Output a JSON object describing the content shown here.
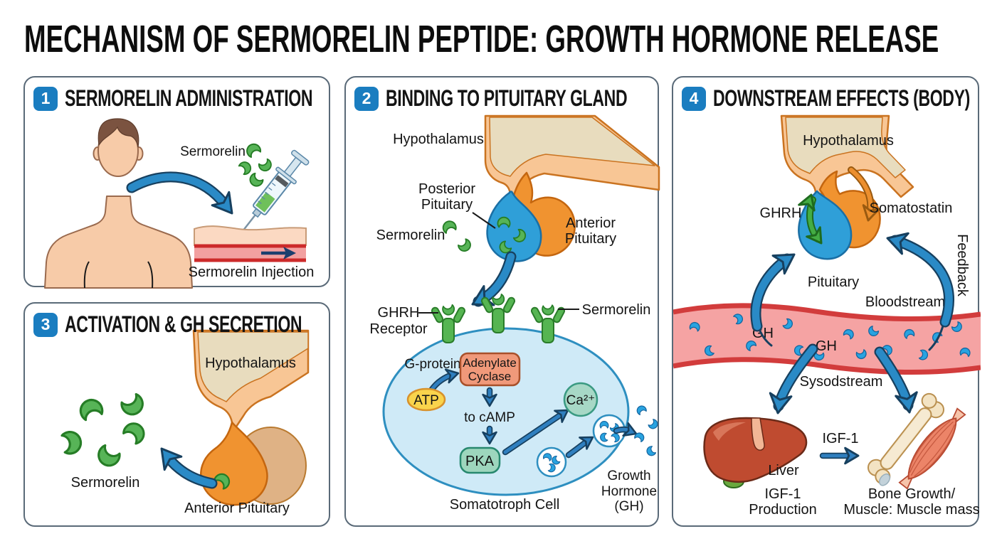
{
  "title": "MECHANISM OF SERMORELIN PEPTIDE: GROWTH HORMONE RELEASE",
  "palette": {
    "badge_blue": "#1a7dc0",
    "panel_border": "#5a6a78",
    "arrow_blue": "#2a8ac6",
    "arrow_outline": "#17405f",
    "sermorelin_green": "#57b457",
    "gh_blue": "#29a3e0",
    "hypothalamus_tan": "#e8dcbe",
    "brain_peach": "#f8c695",
    "anterior_orange": "#f09330",
    "posterior_blue": "#2f9fd8",
    "vessel_red": "#d23c3c",
    "vessel_pink": "#f5a3a3",
    "skin": "#f7cba8",
    "liver_brown": "#bf4b30",
    "bone_cream": "#f3e3c3",
    "muscle_salmon": "#ec8468"
  },
  "panels": {
    "p1": {
      "number": "1",
      "title": "SERMORELIN ADMINISTRATION",
      "labels": {
        "sermorelin": "Sermorelin",
        "injection": "Sermorelin Injection"
      }
    },
    "p2": {
      "number": "2",
      "title": "BINDING TO PITUITARY GLAND",
      "labels": {
        "hypothalamus": "Hypothalamus",
        "posterior_l1": "Posterior",
        "posterior_l2": "Pituitary",
        "sermorelin": "Sermorelin",
        "anterior_l1": "Anterior",
        "anterior_l2": "Pituitary",
        "receptor_l1": "GHRH",
        "receptor_l2": "Receptor",
        "sermorelin_bound": "Sermorelin",
        "g_protein": "G-protein",
        "adenylate_l1": "Adenylate",
        "adenylate_l2": "Cyclase",
        "atp": "ATP",
        "to_camp": "to cAMP",
        "pka": "PKA",
        "ca": "Ca²⁺",
        "gh_l1": "Growth",
        "gh_l2": "Hormone",
        "gh_l3": "(GH)",
        "cell": "Somatotroph Cell"
      }
    },
    "p3": {
      "number": "3",
      "title": "ACTIVATION & GH SECRETION",
      "labels": {
        "hypothalamus": "Hypothalamus",
        "sermorelin": "Sermorelin",
        "anterior": "Anterior Pituitary"
      }
    },
    "p4": {
      "number": "4",
      "title": "DOWNSTREAM EFFECTS (BODY)",
      "labels": {
        "hypothalamus": "Hypothalamus",
        "ghrh": "GHRH",
        "somatostatin": "Somatostatin",
        "pituitary": "Pituitary",
        "bloodstream": "Bloodstream",
        "feedback": "Feedback",
        "gh_left": "GH",
        "gh_right": "GH",
        "sysodstream": "Sysodstream",
        "liver": "Liver",
        "igf1": "IGF-1",
        "igf1_prod_l1": "IGF-1",
        "igf1_prod_l2": "Production",
        "bone_l1": "Bone Growth/",
        "bone_l2": "Muscle: Muscle mass"
      }
    }
  }
}
